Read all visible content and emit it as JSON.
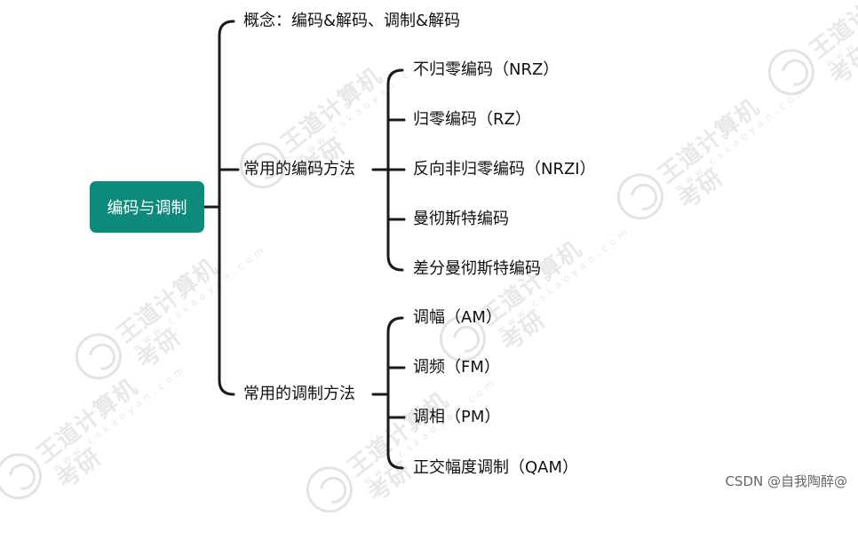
{
  "root": {
    "label": "编码与调制"
  },
  "branches": [
    {
      "label": "概念：编码&解码、调制&解码"
    },
    {
      "label": "常用的编码方法",
      "children": [
        "不归零编码（NRZ）",
        "归零编码（RZ）",
        "反向非归零编码（NRZI）",
        "曼彻斯特编码",
        "差分曼彻斯特编码"
      ]
    },
    {
      "label": "常用的调制方法",
      "children": [
        "调幅（AM）",
        "调频（FM）",
        "调相（PM）",
        "正交幅度调制（QAM）"
      ]
    }
  ],
  "watermark": {
    "title": "王道计算机考研",
    "url": "www.cskaoyan.com"
  },
  "footer": {
    "credit": "CSDN @自我陶醉@"
  },
  "colors": {
    "root_fill": "#0e8a7c",
    "connector": "#1a1a1a",
    "watermark": "#d2d2d2"
  }
}
